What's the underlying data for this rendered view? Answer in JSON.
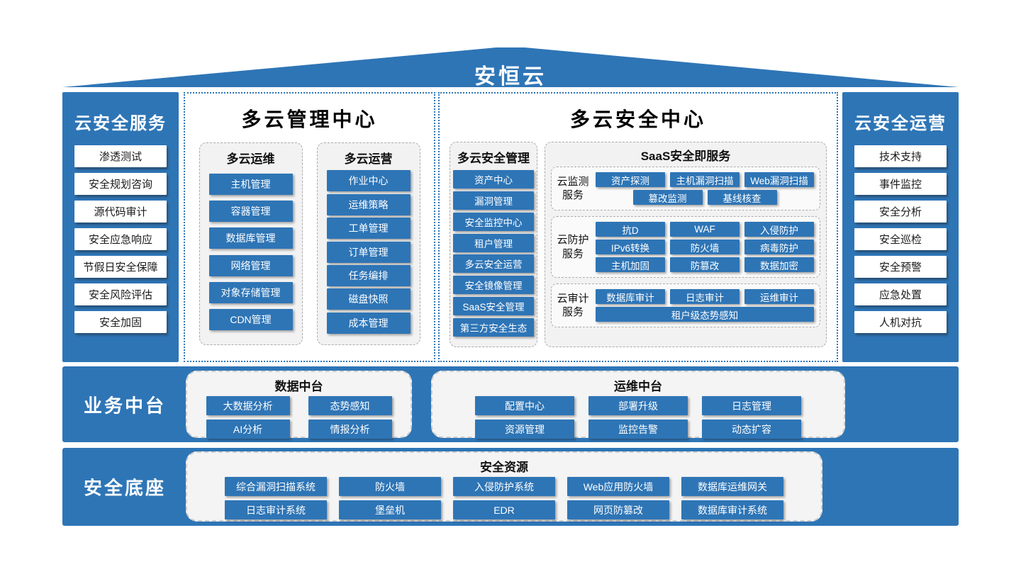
{
  "colors": {
    "primary_blue": "#2E75B6",
    "panel_gray": "#F2F2F2",
    "text_dark": "#111111"
  },
  "header": {
    "title": "安恒云"
  },
  "left_sidebar": {
    "title": "云安全服务",
    "items": [
      "渗透测试",
      "安全规划咨询",
      "源代码审计",
      "安全应急响应",
      "节假日安全保障",
      "安全风险评估",
      "安全加固"
    ]
  },
  "management_center": {
    "title": "多云管理中心",
    "groups": [
      {
        "title": "多云运维",
        "items": [
          "主机管理",
          "容器管理",
          "数据库管理",
          "网络管理",
          "对象存储管理",
          "CDN管理"
        ]
      },
      {
        "title": "多云运营",
        "items": [
          "作业中心",
          "运维策略",
          "工单管理",
          "订单管理",
          "任务编排",
          "磁盘快照",
          "成本管理"
        ]
      }
    ]
  },
  "security_center": {
    "title": "多云安全中心",
    "mgmt": {
      "title": "多云安全管理",
      "items": [
        "资产中心",
        "漏洞管理",
        "安全监控中心",
        "租户管理",
        "多云安全运营",
        "安全镜像管理",
        "SaaS安全管理",
        "第三方安全生态"
      ]
    },
    "saas": {
      "title": "SaaS安全即服务",
      "groups": [
        {
          "label": "云监测服务",
          "rows": [
            [
              "资产探测",
              "主机漏洞扫描",
              "Web漏洞扫描"
            ],
            [
              "篡改监测",
              "基线核查"
            ]
          ]
        },
        {
          "label": "云防护服务",
          "rows": [
            [
              "抗D",
              "WAF",
              "入侵防护"
            ],
            [
              "IPv6转换",
              "防火墙",
              "病毒防护"
            ],
            [
              "主机加固",
              "防篡改",
              "数据加密"
            ]
          ]
        },
        {
          "label": "云审计服务",
          "rows": [
            [
              "数据库审计",
              "日志审计",
              "运维审计"
            ],
            [
              "租户级态势感知"
            ]
          ]
        }
      ]
    }
  },
  "right_sidebar": {
    "title": "云安全运营",
    "items": [
      "技术支持",
      "事件监控",
      "安全分析",
      "安全巡检",
      "安全预警",
      "应急处置",
      "人机对抗"
    ]
  },
  "business_band": {
    "label": "业务中台",
    "panels": [
      {
        "title": "数据中台",
        "rows": [
          [
            "大数据分析",
            "态势感知"
          ],
          [
            "AI分析",
            "情报分析"
          ]
        ]
      },
      {
        "title": "运维中台",
        "rows": [
          [
            "配置中心",
            "部署升级",
            "日志管理"
          ],
          [
            "资源管理",
            "监控告警",
            "动态扩容"
          ]
        ]
      }
    ]
  },
  "foundation_band": {
    "label": "安全底座",
    "panel": {
      "title": "安全资源",
      "rows": [
        [
          "综合漏洞扫描系统",
          "防火墙",
          "入侵防护系统",
          "Web应用防火墙",
          "数据库运维网关"
        ],
        [
          "日志审计系统",
          "堡垒机",
          "EDR",
          "网页防篡改",
          "数据库审计系统"
        ]
      ]
    }
  }
}
